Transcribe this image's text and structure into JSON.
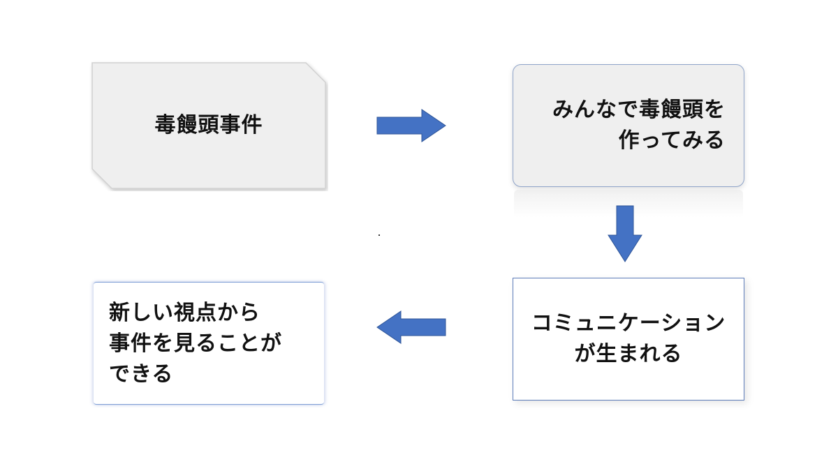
{
  "diagram": {
    "nodes": [
      {
        "id": "box1",
        "lines": [
          "毒饅頭事件"
        ]
      },
      {
        "id": "box2",
        "lines": [
          "みんなで毒饅頭を",
          "作ってみる"
        ]
      },
      {
        "id": "box3",
        "lines": [
          "コミュニケーション",
          "が生まれる"
        ]
      },
      {
        "id": "box4",
        "lines": [
          "新しい視点から",
          "事件を見ることが",
          "できる"
        ]
      }
    ],
    "edges": [
      {
        "from": "box1",
        "to": "box2",
        "direction": "right"
      },
      {
        "from": "box2",
        "to": "box3",
        "direction": "down"
      },
      {
        "from": "box3",
        "to": "box4",
        "direction": "left"
      }
    ]
  },
  "colors": {
    "arrow_fill": "#4472c4",
    "arrow_stroke": "#2f5597",
    "box_gray": "#efefef"
  }
}
